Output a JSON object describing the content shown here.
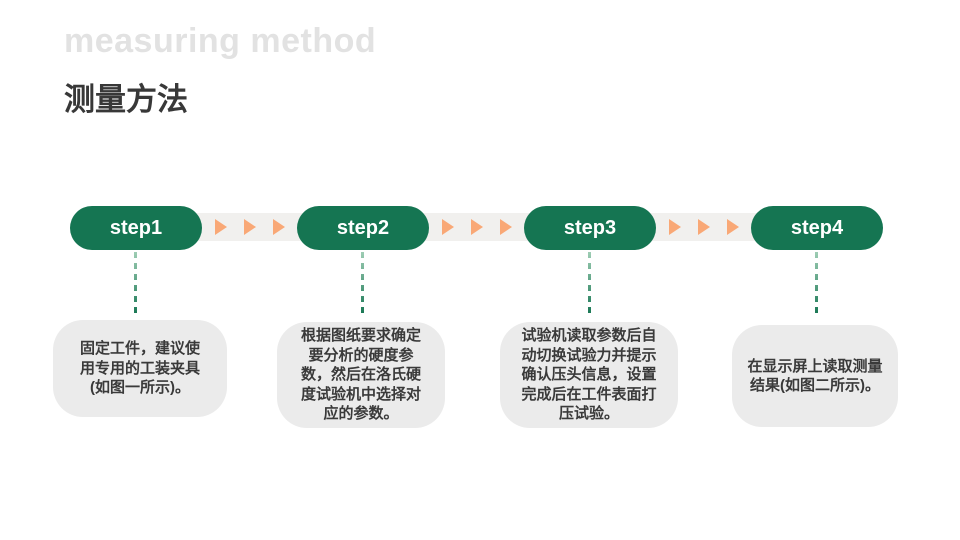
{
  "title": {
    "en": "measuring method",
    "zh": "测量方法"
  },
  "colors": {
    "green": "#157552",
    "green-light": "#9ECDB4",
    "orange": "#F9A876",
    "strip-bg": "#F1F0EE",
    "box-bg": "#EBEBEB",
    "title-muted": "#E2E2E2",
    "text-dark": "#3A3A3A",
    "pill-text": "#FFFFFF"
  },
  "steps": [
    {
      "label": "step1",
      "description": [
        "固定工件，建议使",
        "用专用的工装夹具",
        "(如图一所示)。"
      ]
    },
    {
      "label": "step2",
      "description": [
        "根据图纸要求确定",
        "要分析的硬度参",
        "数，然后在洛氏硬",
        "度试验机中选择对",
        "应的参数。"
      ]
    },
    {
      "label": "step3",
      "description": [
        "试验机读取参数后自",
        "动切换试验力并提示",
        "确认压头信息，设置",
        "完成后在工件表面打",
        "压试验。"
      ]
    },
    {
      "label": "step4",
      "description": [
        "在显示屏上读取测量",
        "结果(如图二所示)。"
      ]
    }
  ]
}
